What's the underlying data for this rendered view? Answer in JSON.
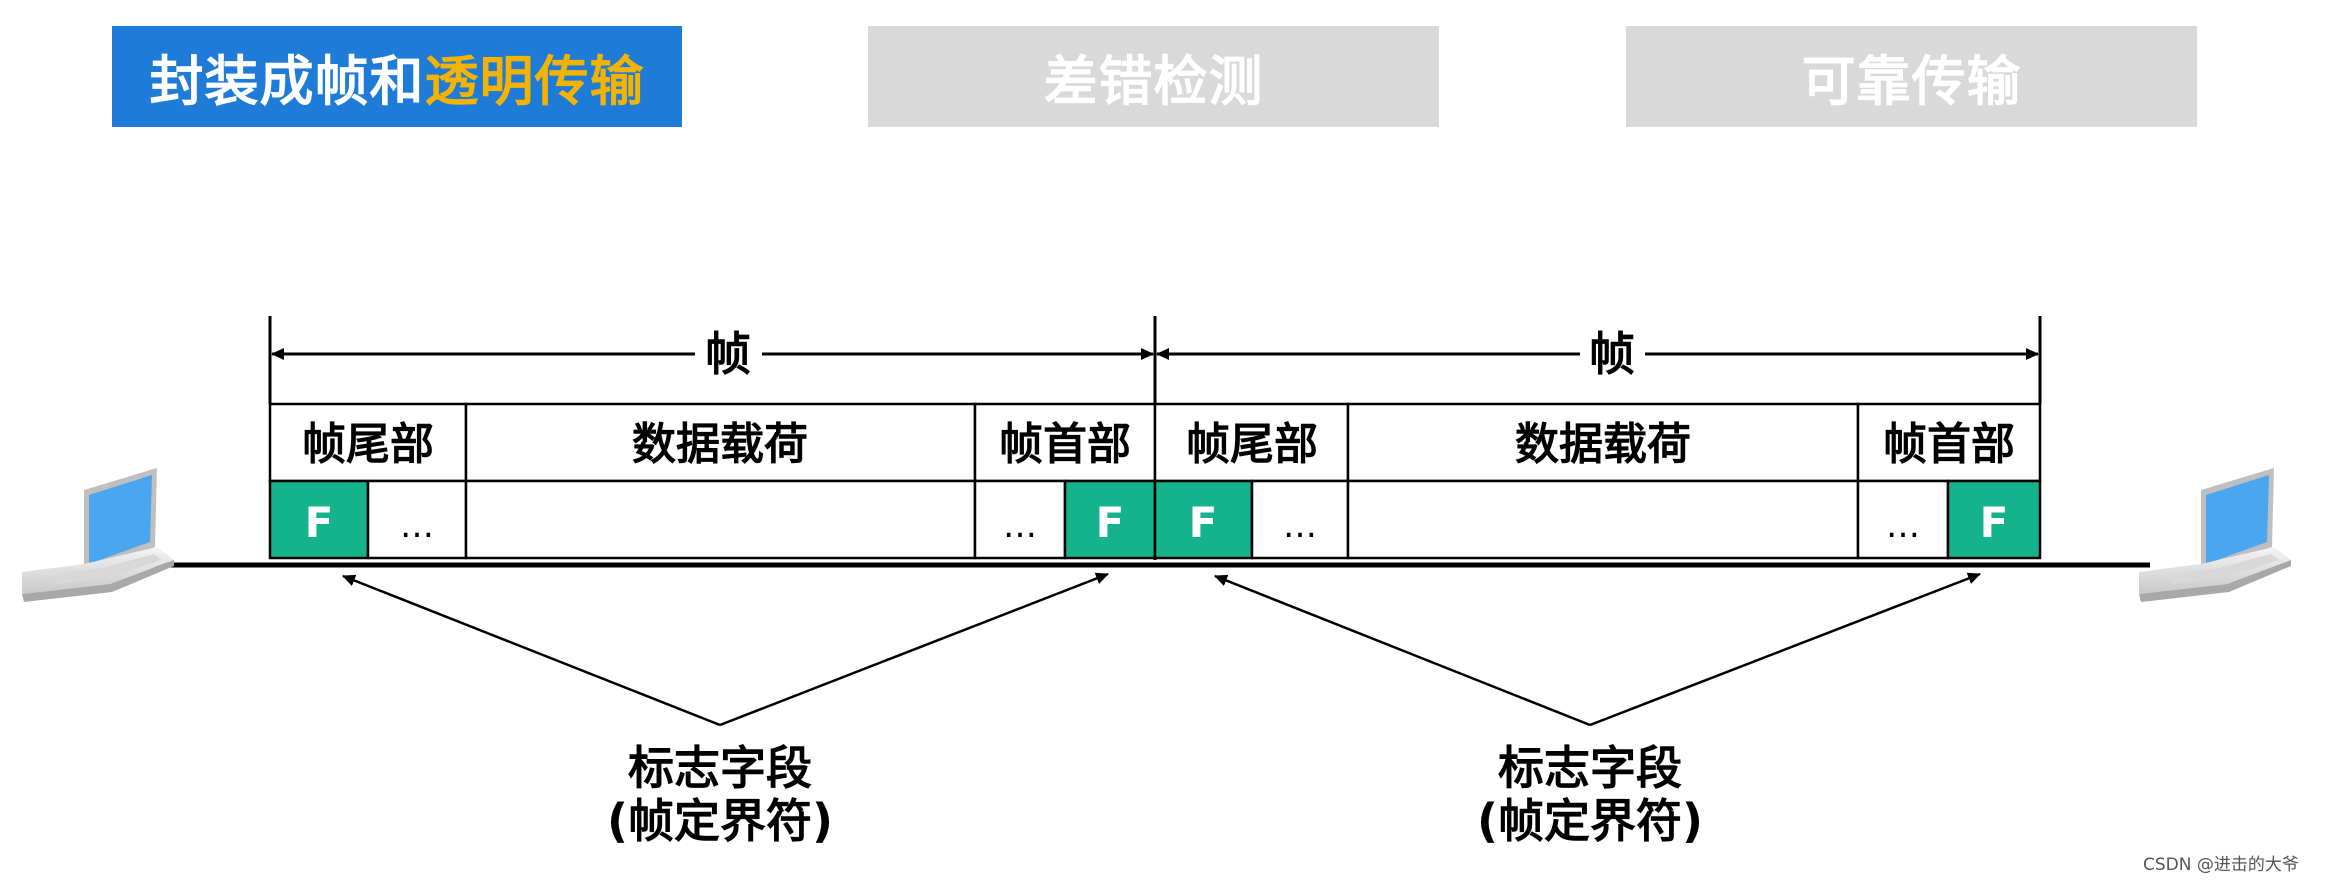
{
  "tabs": [
    {
      "label_main": "封装成帧和",
      "label_highlight": "透明传输",
      "active": true
    },
    {
      "label": "差错检测",
      "active": false
    },
    {
      "label": "可靠传输",
      "active": false
    }
  ],
  "frames": [
    {
      "label": "帧",
      "tail_label": "帧尾部",
      "payload_label": "数据载荷",
      "head_label": "帧首部",
      "flag_letter": "F",
      "ellipsis": "…"
    },
    {
      "label": "帧",
      "tail_label": "帧尾部",
      "payload_label": "数据载荷",
      "head_label": "帧首部",
      "flag_letter": "F",
      "ellipsis": "…"
    }
  ],
  "annotations": [
    {
      "line1": "标志字段",
      "line2": "(帧定界符)"
    },
    {
      "line1": "标志字段",
      "line2": "(帧定界符)"
    }
  ],
  "icons": [
    "laptop-icon",
    "laptop-icon"
  ],
  "watermark": "CSDN @进击的大爷",
  "colors": {
    "tab_active": "#1f7bd8",
    "tab_inactive": "#d9d9d9",
    "highlight": "#f5b301",
    "flag": "#14b38c",
    "laptop_screen": "#4aa6ee"
  }
}
